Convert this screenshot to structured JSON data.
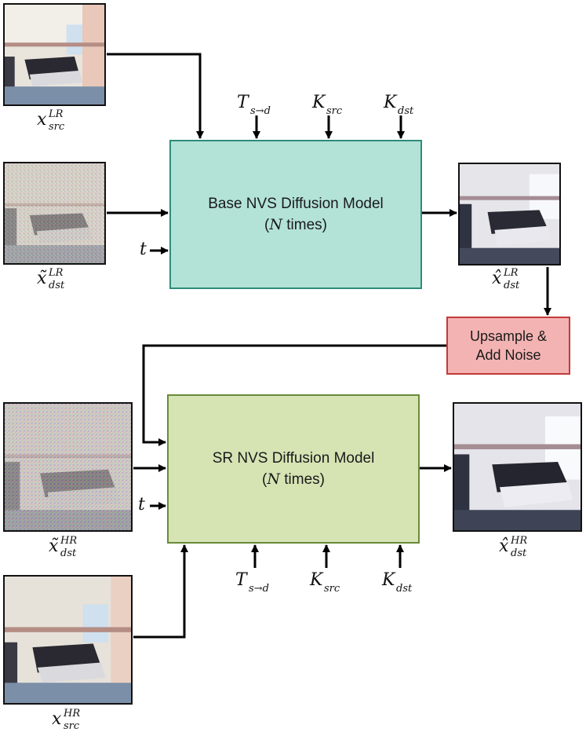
{
  "base_model": {
    "line1": "Base NVS Diffusion Model",
    "line2_n": "N",
    "line2_rest": " times)",
    "open_paren": "("
  },
  "sr_model": {
    "line1": "SR NVS Diffusion Model",
    "line2_n": "N",
    "line2_rest": " times)",
    "open_paren": "("
  },
  "upsample": {
    "line1": "Upsample &",
    "line2": "Add Noise"
  },
  "labels": {
    "x_src_lr": {
      "base": "x",
      "sup": "LR",
      "sub": "src"
    },
    "x_dst_lr_noisy": {
      "base": "x̃",
      "sup": "LR",
      "sub": "dst"
    },
    "x_dst_lr_hat": {
      "base": "x̂",
      "sup": "LR",
      "sub": "dst"
    },
    "x_dst_hr_noisy": {
      "base": "x̃",
      "sup": "HR",
      "sub": "dst"
    },
    "x_dst_hr_hat": {
      "base": "x̂",
      "sup": "HR",
      "sub": "dst"
    },
    "x_src_hr": {
      "base": "x",
      "sup": "HR",
      "sub": "src"
    },
    "t": "t",
    "T": {
      "base": "T",
      "sub": "s→d"
    },
    "K_src": {
      "base": "K",
      "sub": "src"
    },
    "K_dst": {
      "base": "K",
      "sub": "dst"
    }
  },
  "colors": {
    "base_fill": "#b3e3d7",
    "base_border": "#2e8c7a",
    "sr_fill": "#d6e4b4",
    "sr_border": "#6a8a3a",
    "upsample_fill": "#f3b3b3",
    "upsample_border": "#c23a3a",
    "arrow": "#000000"
  }
}
